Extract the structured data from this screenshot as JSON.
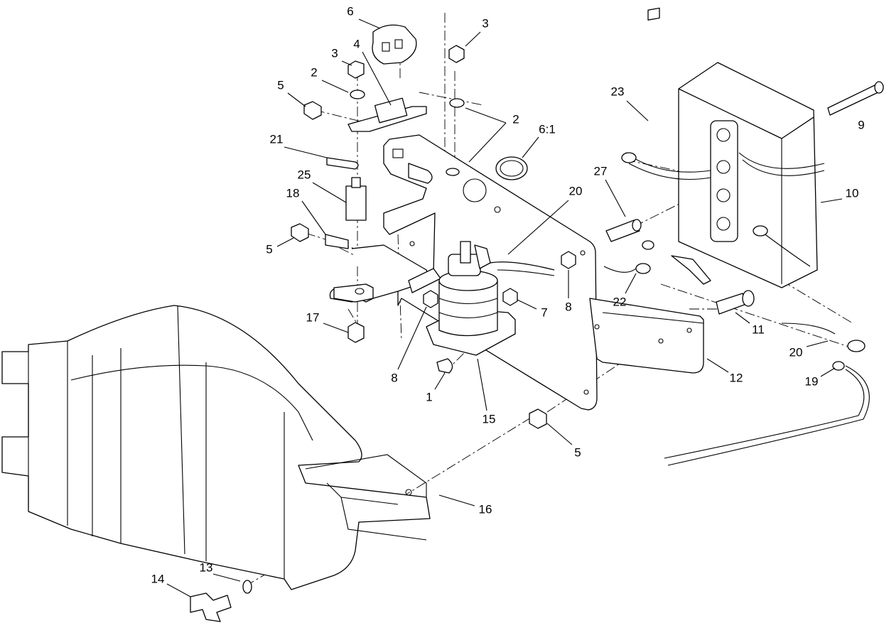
{
  "diagram": {
    "callouts": [
      {
        "id": "c6a",
        "text": "6"
      },
      {
        "id": "c3a",
        "text": "3"
      },
      {
        "id": "c4",
        "text": "4"
      },
      {
        "id": "c3b",
        "text": "3"
      },
      {
        "id": "c2a",
        "text": "2"
      },
      {
        "id": "c5a",
        "text": "5"
      },
      {
        "id": "c2b",
        "text": "2"
      },
      {
        "id": "c61",
        "text": "6:1"
      },
      {
        "id": "c23",
        "text": "23"
      },
      {
        "id": "c9",
        "text": "9"
      },
      {
        "id": "c21",
        "text": "21"
      },
      {
        "id": "c25",
        "text": "25"
      },
      {
        "id": "c18",
        "text": "18"
      },
      {
        "id": "c27",
        "text": "27"
      },
      {
        "id": "c20a",
        "text": "20"
      },
      {
        "id": "c10",
        "text": "10"
      },
      {
        "id": "c5b",
        "text": "5"
      },
      {
        "id": "c8a",
        "text": "8"
      },
      {
        "id": "c7",
        "text": "7"
      },
      {
        "id": "c22",
        "text": "22"
      },
      {
        "id": "c17",
        "text": "17"
      },
      {
        "id": "c11",
        "text": "11"
      },
      {
        "id": "c20b",
        "text": "20"
      },
      {
        "id": "c8b",
        "text": "8"
      },
      {
        "id": "c12",
        "text": "12"
      },
      {
        "id": "c19",
        "text": "19"
      },
      {
        "id": "c1",
        "text": "1"
      },
      {
        "id": "c15",
        "text": "15"
      },
      {
        "id": "c5c",
        "text": "5"
      },
      {
        "id": "c16",
        "text": "16"
      },
      {
        "id": "c13",
        "text": "13"
      },
      {
        "id": "c14",
        "text": "14"
      }
    ]
  }
}
